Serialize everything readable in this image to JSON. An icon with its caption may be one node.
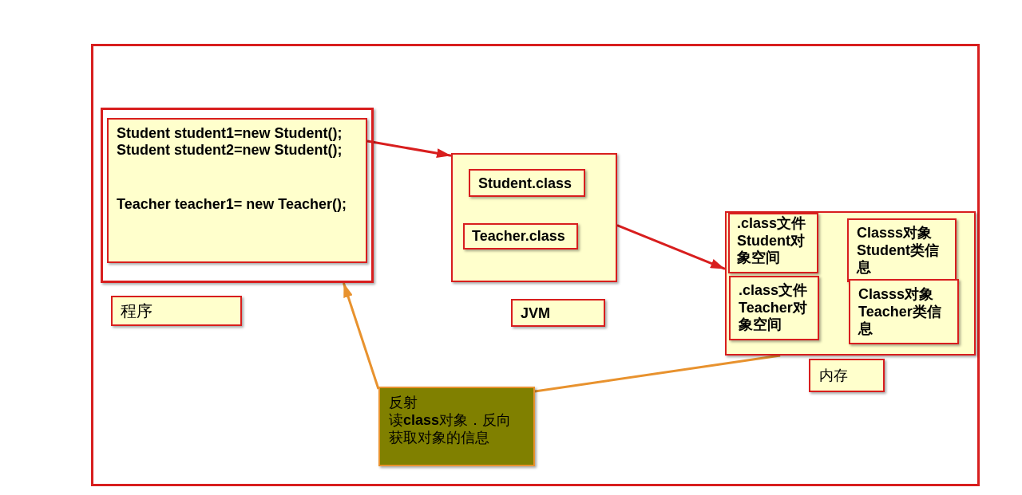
{
  "diagram": {
    "nodes": [
      {
        "text": [],
        "shape": "box"
      },
      {
        "text": [],
        "shape": "box",
        "in": 0
      },
      {
        "text": [
          "Student student1=new Student();",
          "Student student2=new Student();",
          "Teacher teacher1= new Teacher();"
        ],
        "in": 1
      },
      {
        "text": [
          "程序"
        ],
        "in": 0
      },
      {
        "text": [],
        "shape": "box",
        "in": 0
      },
      {
        "text": [
          "Student.class"
        ],
        "in": 4
      },
      {
        "text": [
          "Teacher.class"
        ],
        "in": 4
      },
      {
        "text": [
          "JVM"
        ],
        "in": 0
      },
      {
        "text": [],
        "shape": "box",
        "in": 0
      },
      {
        "text": [
          ".class文件 Student对象空间"
        ],
        "in": 8
      },
      {
        "text": [
          "Classs对象 Student类信息"
        ],
        "in": 8
      },
      {
        "text": [
          ".class文件 Teacher对象空间"
        ],
        "in": 8
      },
      {
        "text": [
          "Classs对象 Teacher类信息"
        ],
        "in": 8
      },
      {
        "text": [
          "内存"
        ],
        "in": 0
      },
      {
        "text": [
          "反射",
          "读**class**对象．反向获取对象的信息"
        ],
        "in": 0
      }
    ],
    "edges": [
      {
        "from": 2,
        "to": 4,
        "arrow": "to"
      },
      {
        "from": 4,
        "to": 8,
        "arrow": "to"
      },
      {
        "from": 14,
        "to": 1,
        "arrow": "to",
        "color": "#e8922e"
      },
      {
        "from": 14,
        "to": 8,
        "arrow": "none",
        "color": "#e8922e"
      }
    ]
  }
}
